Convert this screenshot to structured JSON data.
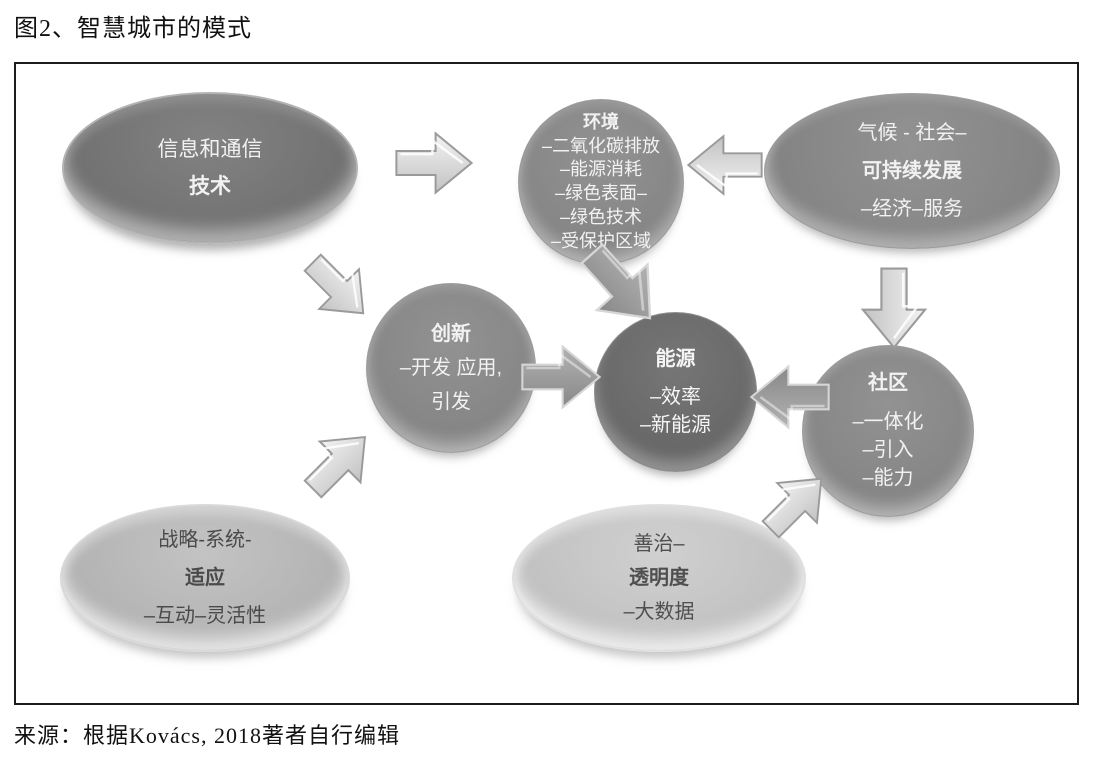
{
  "figure": {
    "title": "图2、智慧城市的模式",
    "source": "来源：根据Kovács, 2018著者自行编辑"
  },
  "nodes": {
    "ict": {
      "line1": "信息和通信",
      "line2": "技术"
    },
    "environment": {
      "title": "环境",
      "items": [
        "–二氧化碳排放",
        "–能源消耗",
        "–绿色表面–",
        "–绿色技术",
        "–受保护区域"
      ]
    },
    "climate": {
      "line1": "气候 - 社会–",
      "line2": "可持续发展",
      "line3": "–经济–服务"
    },
    "innovation": {
      "title": "创新",
      "line1": "–开发 应用,",
      "line2": "引发"
    },
    "energy": {
      "title": "能源",
      "items": [
        "–效率",
        "–新能源"
      ]
    },
    "community": {
      "title": "社区",
      "items": [
        "–一体化",
        "–引入",
        "–能力"
      ]
    },
    "adaptation": {
      "line1": "战略-系统-",
      "line2": "适应",
      "line3": "–互动–灵活性"
    },
    "governance": {
      "line1": "善治–",
      "line2": "透明度",
      "line3": "–大数据"
    }
  },
  "arrows": [
    {
      "from": "ict",
      "to": "environment",
      "direction": "right",
      "tone": "light"
    },
    {
      "from": "climate",
      "to": "environment",
      "direction": "left",
      "tone": "light"
    },
    {
      "from": "environment",
      "to": "energy",
      "direction": "down-right",
      "tone": "dark"
    },
    {
      "from": "climate",
      "to": "community",
      "direction": "down",
      "tone": "light"
    },
    {
      "from": "ict",
      "to": "innovation",
      "direction": "down-right",
      "tone": "light"
    },
    {
      "from": "innovation",
      "to": "energy",
      "direction": "right",
      "tone": "dark"
    },
    {
      "from": "community",
      "to": "energy",
      "direction": "left",
      "tone": "dark"
    },
    {
      "from": "adaptation",
      "to": "innovation",
      "direction": "up-right",
      "tone": "light"
    },
    {
      "from": "governance",
      "to": "community",
      "direction": "up-right",
      "tone": "light"
    }
  ],
  "colors": {
    "node_darkest": "#6a6a6a",
    "node_dark": "#757575",
    "node_medium": "#8a8a8a",
    "node_light": "#b9b9b9",
    "node_lighter": "#c8c8c8",
    "arrow_light": "#dcdcdc",
    "arrow_medium": "#9c9c9c",
    "text_on_dark": "#f2f2f2",
    "text_on_light": "#4a4a4a",
    "frame_border": "#1c1c1c"
  }
}
